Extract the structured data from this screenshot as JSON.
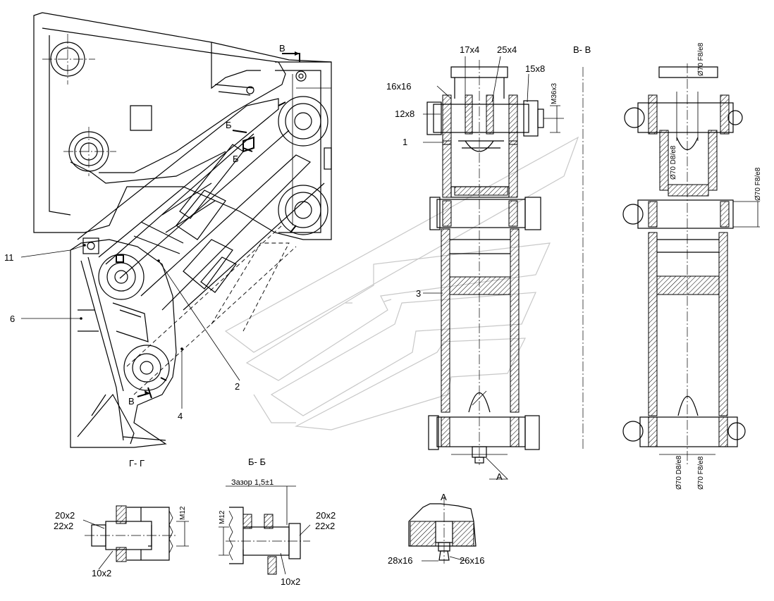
{
  "sections": {
    "gg": "Г- Г",
    "bb": "Б- Б",
    "vv": "В- В",
    "a": "А",
    "v_mark": "В",
    "b_mark": "Б"
  },
  "callouts": {
    "p1": "1",
    "p2": "2",
    "p3": "3",
    "p4": "4",
    "p6": "6",
    "p11": "11",
    "a_ref": "А"
  },
  "dims": {
    "d17x4": "17x4",
    "d25x4": "25x4",
    "d15x8": "15x8",
    "d16x16": "16x16",
    "d12x8": "12x8",
    "m36": "М36x3",
    "f8_top": "Ø70 F8/e8",
    "d8_mid": "Ø70 D8/e8",
    "f8_side": "Ø70 F8/e8",
    "d8_bot": "Ø70 D8/e8",
    "f8_bot": "Ø70 F8/e8",
    "gap": "Зазор 1,5±1",
    "m12_left": "М12",
    "m12_right": "М12",
    "g_20x2": "20x2",
    "g_22x2": "22x2",
    "g_10x2": "10x2",
    "b_20x2": "20x2",
    "b_22x2": "22x2",
    "b_10x2": "10x2",
    "a_28x16": "28x16",
    "a_26x16": "26x16"
  }
}
